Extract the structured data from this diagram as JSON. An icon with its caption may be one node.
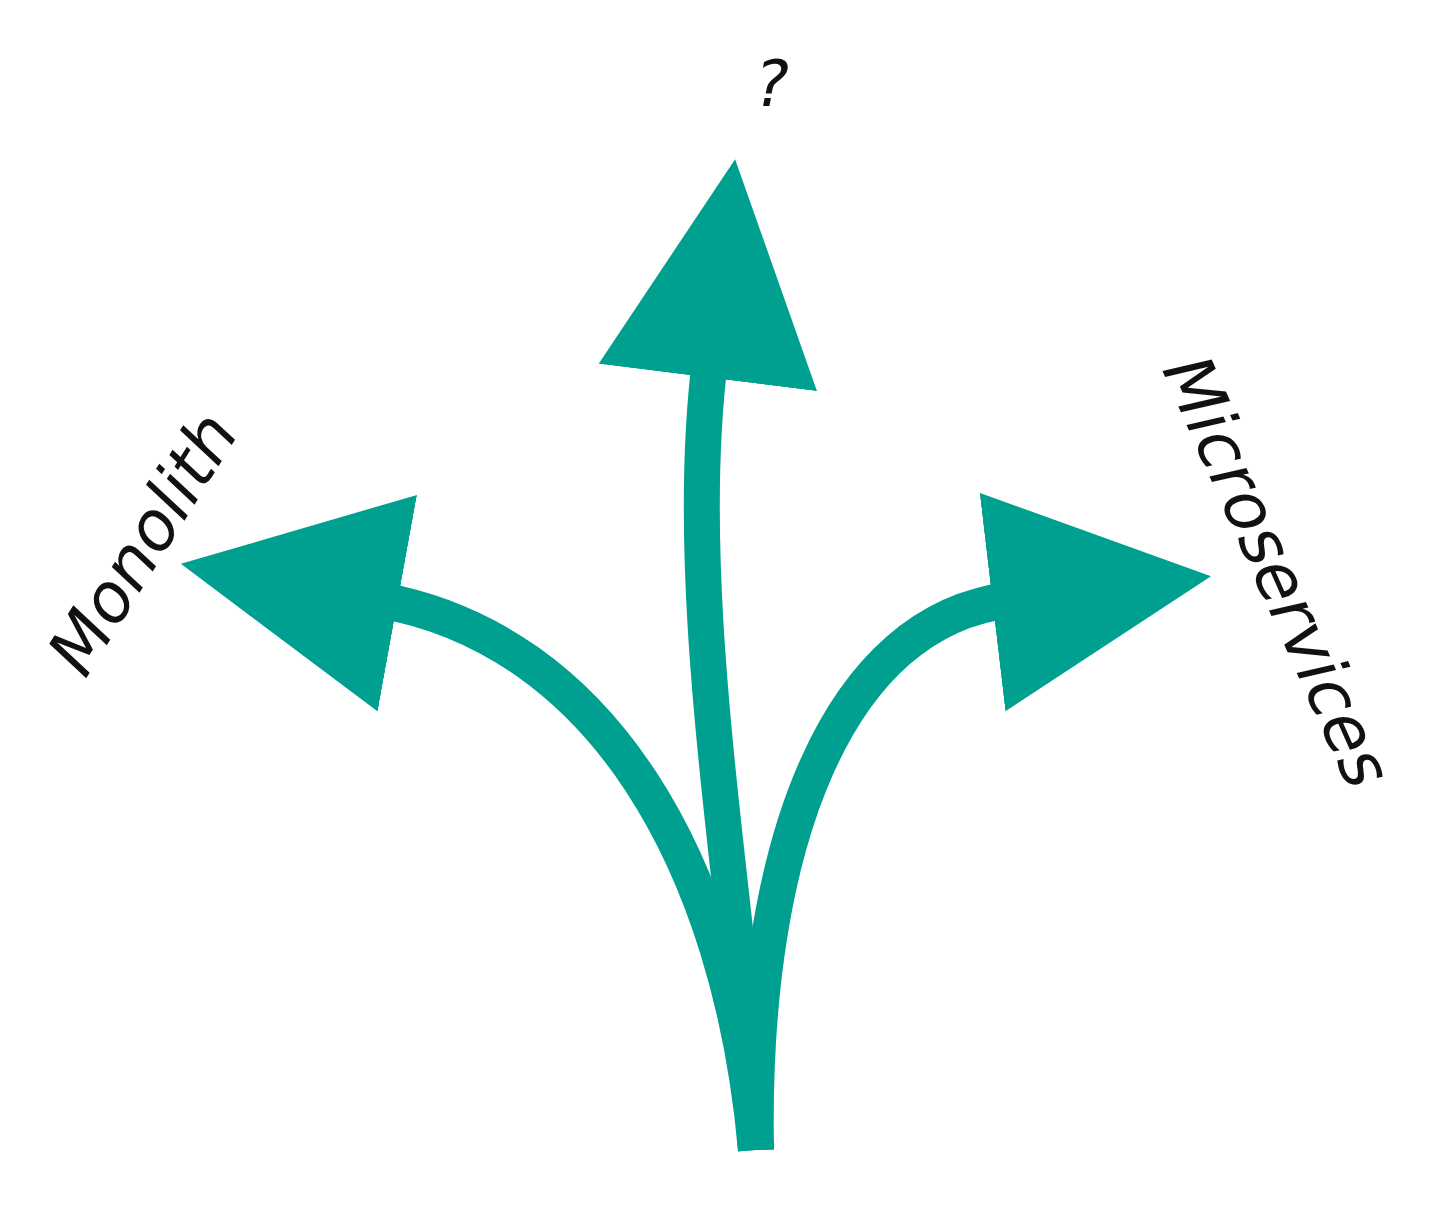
{
  "diagram": {
    "nodes": [
      {
        "text": [
          "Monolith"
        ]
      },
      {
        "text": [
          "?"
        ]
      },
      {
        "text": [
          "Microservices"
        ]
      }
    ],
    "edges": [
      {
        "from": null,
        "to": 0,
        "arrow": "to"
      },
      {
        "from": null,
        "to": 1,
        "arrow": "to"
      },
      {
        "from": null,
        "to": 2,
        "arrow": "to"
      }
    ]
  }
}
